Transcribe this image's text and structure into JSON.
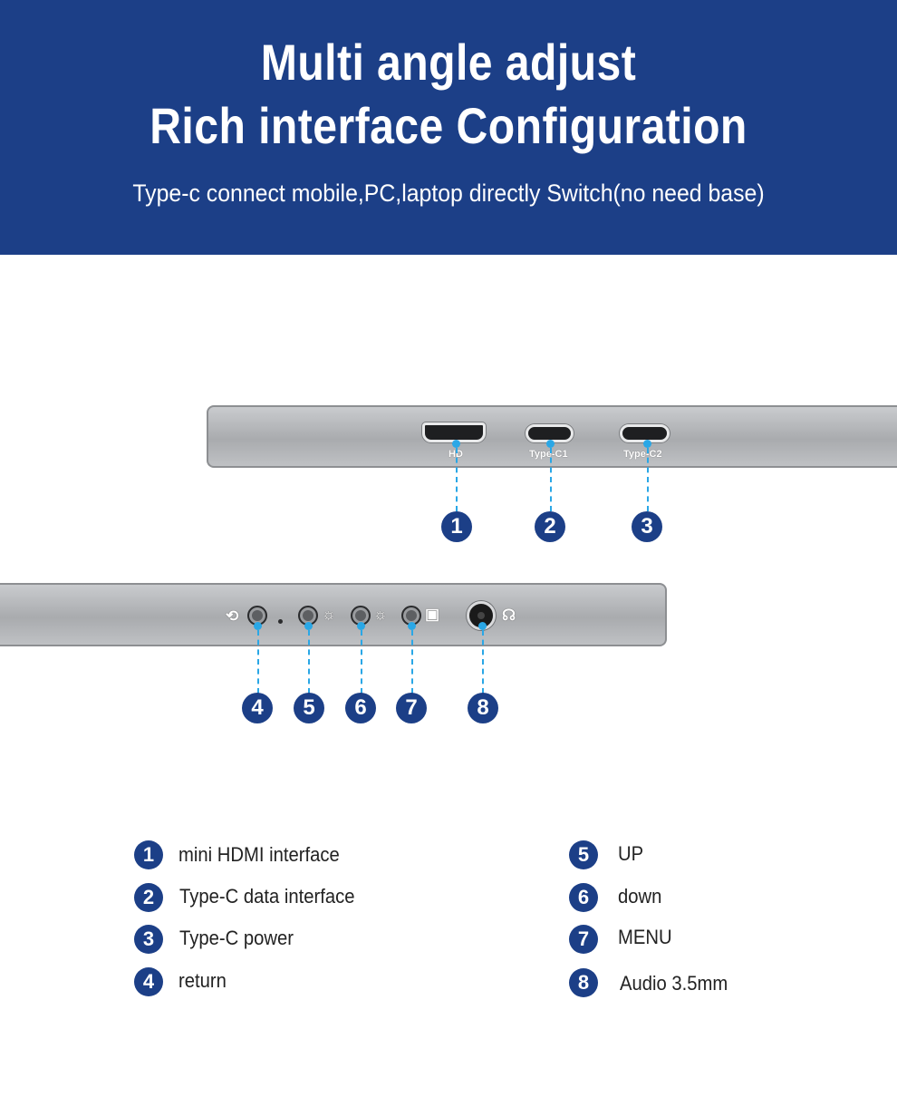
{
  "header": {
    "title_line1": "Multi angle adjust",
    "title_line2": "Rich interface Configuration",
    "subtitle": "Type-c connect mobile,PC,laptop directly Switch(no need base)"
  },
  "ports": {
    "hdmi_label": "HD",
    "typec1_label": "Type-C1",
    "typec2_label": "Type-C2"
  },
  "callouts": [
    "1",
    "2",
    "3",
    "4",
    "5",
    "6",
    "7",
    "8"
  ],
  "legend": [
    {
      "num": "1",
      "text": "mini HDMI interface"
    },
    {
      "num": "2",
      "text": "Type-C data interface"
    },
    {
      "num": "3",
      "text": "Type-C power"
    },
    {
      "num": "4",
      "text": "return"
    },
    {
      "num": "5",
      "text": "UP"
    },
    {
      "num": "6",
      "text": "down"
    },
    {
      "num": "7",
      "text": "MENU"
    },
    {
      "num": "8",
      "text": "Audio 3.5mm"
    }
  ],
  "colors": {
    "brand_blue": "#1c3f87",
    "callout_line": "#2aa7e6"
  }
}
